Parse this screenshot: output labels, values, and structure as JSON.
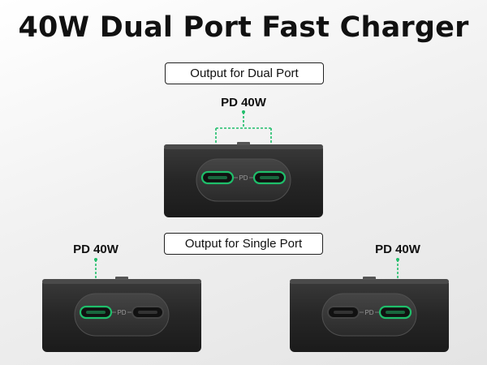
{
  "title": "40W Dual Port Fast Charger",
  "dual_section": {
    "label": "Output for Dual Port",
    "pd_label": "PD 40W",
    "port_logo": "PD"
  },
  "single_section": {
    "label": "Output for Single Port",
    "left": {
      "pd_label": "PD 40W",
      "port_logo": "PD"
    },
    "right": {
      "pd_label": "PD 40W",
      "port_logo": "PD"
    }
  },
  "colors": {
    "accent": "#1fbe6a",
    "charger_body": "#2b2b2b",
    "background": "#efefef"
  }
}
